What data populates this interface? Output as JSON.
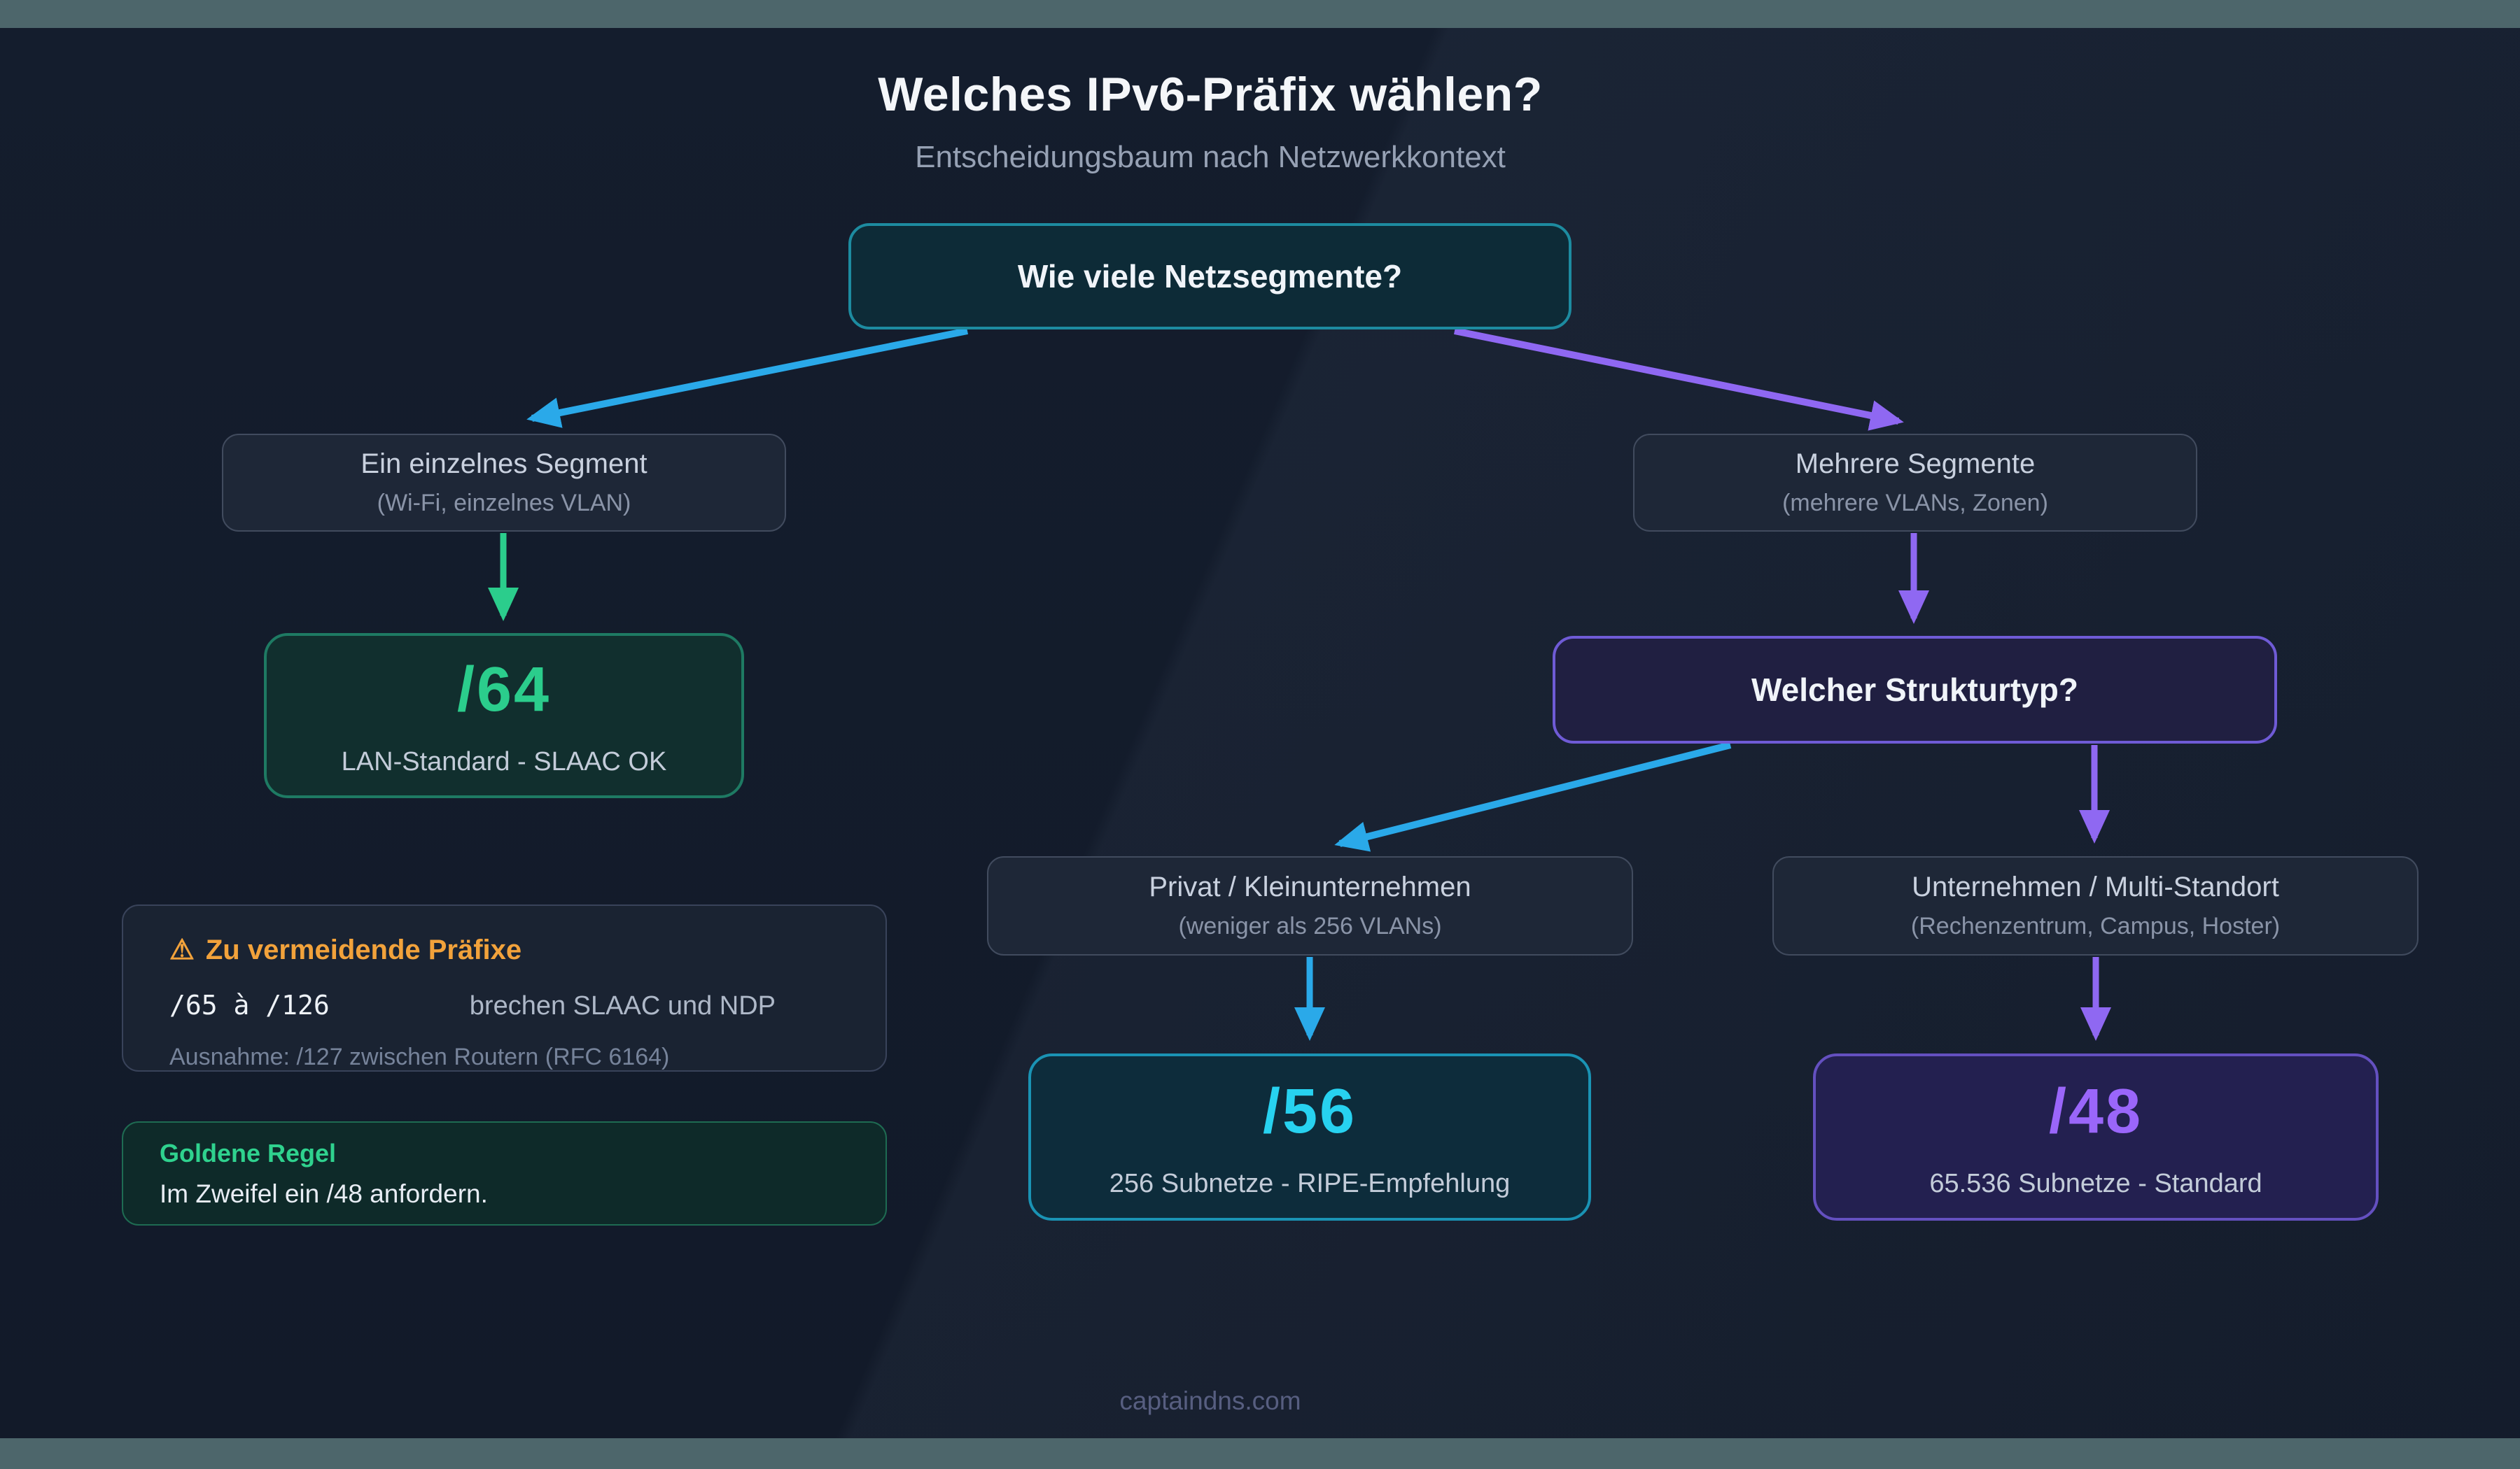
{
  "page": {
    "title": "Welches IPv6-Präfix wählen?",
    "subtitle": "Entscheidungsbaum nach Netzwerkkontext",
    "footer": "captaindns.com"
  },
  "colors": {
    "accent_blue": "#2aa9e9",
    "accent_purple": "#8f68f2",
    "accent_green": "#2bcd8c",
    "accent_cyan": "#27d2f0",
    "accent_orange": "#f2a23b",
    "frame_bar": "#4d666b",
    "background": "#131b2a"
  },
  "tree": {
    "root": {
      "label": "Wie viele Netzsegmente?"
    },
    "single_segment": {
      "title": "Ein einzelnes Segment",
      "subtitle": "(Wi-Fi, einzelnes VLAN)"
    },
    "prefix_64": {
      "value": "/64",
      "caption": "LAN-Standard - SLAAC OK"
    },
    "multi_segment": {
      "title": "Mehrere Segmente",
      "subtitle": "(mehrere VLANs, Zonen)"
    },
    "structure_question": {
      "label": "Welcher Strukturtyp?"
    },
    "private_small_business": {
      "title": "Privat / Kleinunternehmen",
      "subtitle": "(weniger als 256 VLANs)"
    },
    "enterprise_multi_site": {
      "title": "Unternehmen / Multi-Standort",
      "subtitle": "(Rechenzentrum, Campus, Hoster)"
    },
    "prefix_56": {
      "value": "/56",
      "caption": "256 Subnetze - RIPE-Empfehlung"
    },
    "prefix_48": {
      "value": "/48",
      "caption": "65.536 Subnetze - Standard"
    }
  },
  "notes": {
    "warning": {
      "icon": "⚠",
      "title": "Zu vermeidende Präfixe",
      "range": "/65 à /126",
      "effect": "brechen SLAAC und NDP",
      "exception": "Ausnahme: /127 zwischen Routern (RFC 6164)"
    },
    "golden_rule": {
      "title": "Goldene Regel",
      "text": "Im Zweifel ein /48 anfordern."
    }
  }
}
